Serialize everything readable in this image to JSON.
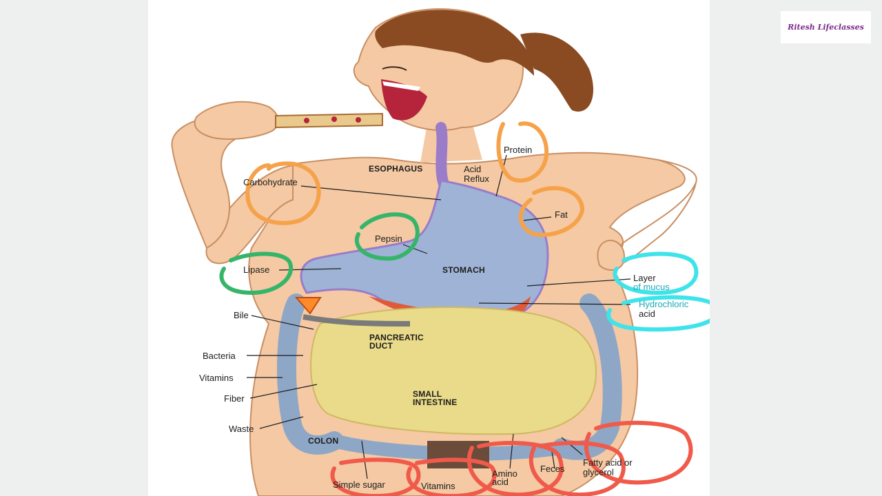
{
  "watermark": {
    "text": "Ritesh Lifeclasses"
  },
  "labels": {
    "esophagus": "ESOPHAGUS",
    "acid_reflux_1": "Acid",
    "acid_reflux_2": "Reflux",
    "protein": "Protein",
    "carbohydrate": "Carbohydrate",
    "fat": "Fat",
    "pepsin": "Pepsin",
    "stomach": "STOMACH",
    "lipase": "Lipase",
    "layer_of_mucus_1": "Layer",
    "layer_of_mucus_2": "of mucus",
    "hydrochloric_acid_1": "Hydrochloric",
    "hydrochloric_acid_2": "acid",
    "bile": "Bile",
    "pancreatic_duct_1": "PANCREATIC",
    "pancreatic_duct_2": "DUCT",
    "bacteria": "Bacteria",
    "vitamins_left": "Vitamins",
    "fiber": "Fiber",
    "small_intestine_1": "SMALL",
    "small_intestine_2": "INTESTINE",
    "waste": "Waste",
    "colon": "COLON",
    "simple_sugar": "Simple sugar",
    "vitamins_bottom": "Vitamins",
    "amino_acid_1": "Amino",
    "amino_acid_2": "acid",
    "feces": "Feces",
    "fatty_acid_1": "Fatty acid or",
    "fatty_acid_2": "glycerol"
  },
  "colors": {
    "skin": "#f4c9a3",
    "skin_outline": "#c98e62",
    "hair": "#8a4a22",
    "stomach": "#9eb3d6",
    "intestine": "#e9db8a",
    "colon": "#8ea7c6",
    "annotation_orange": "#f6a24a",
    "annotation_green": "#36b56a",
    "annotation_cyan": "#3fe3ea",
    "annotation_red": "#f05a4a"
  }
}
